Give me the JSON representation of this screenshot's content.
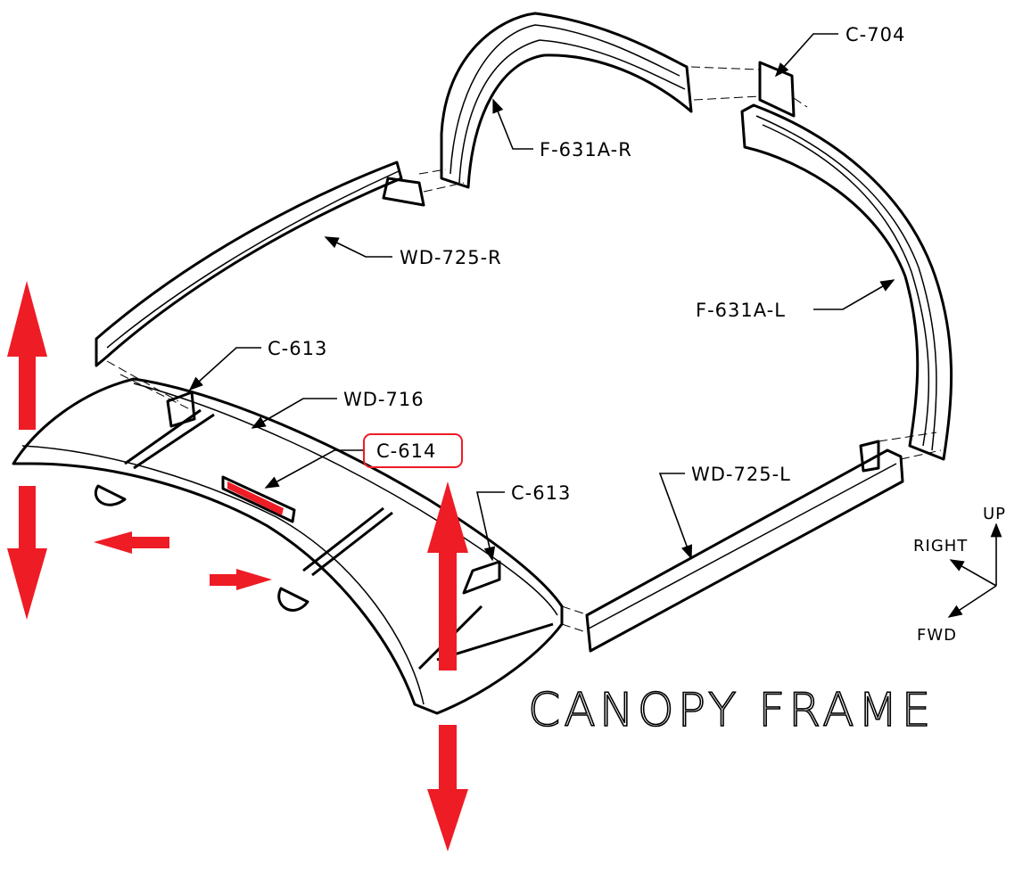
{
  "title": "CANOPY FRAME",
  "labels": {
    "c704": "C-704",
    "f631a_r": "F-631A-R",
    "wd725_r": "WD-725-R",
    "f631a_l": "F-631A-L",
    "c613_upper": "C-613",
    "wd716": "WD-716",
    "c614": "C-614",
    "c613_lower": "C-613",
    "wd725_l": "WD-725-L"
  },
  "axes": {
    "up": "UP",
    "right": "RIGHT",
    "fwd": "FWD"
  },
  "colors": {
    "highlight": "#ee1c25",
    "line": "#000000"
  }
}
